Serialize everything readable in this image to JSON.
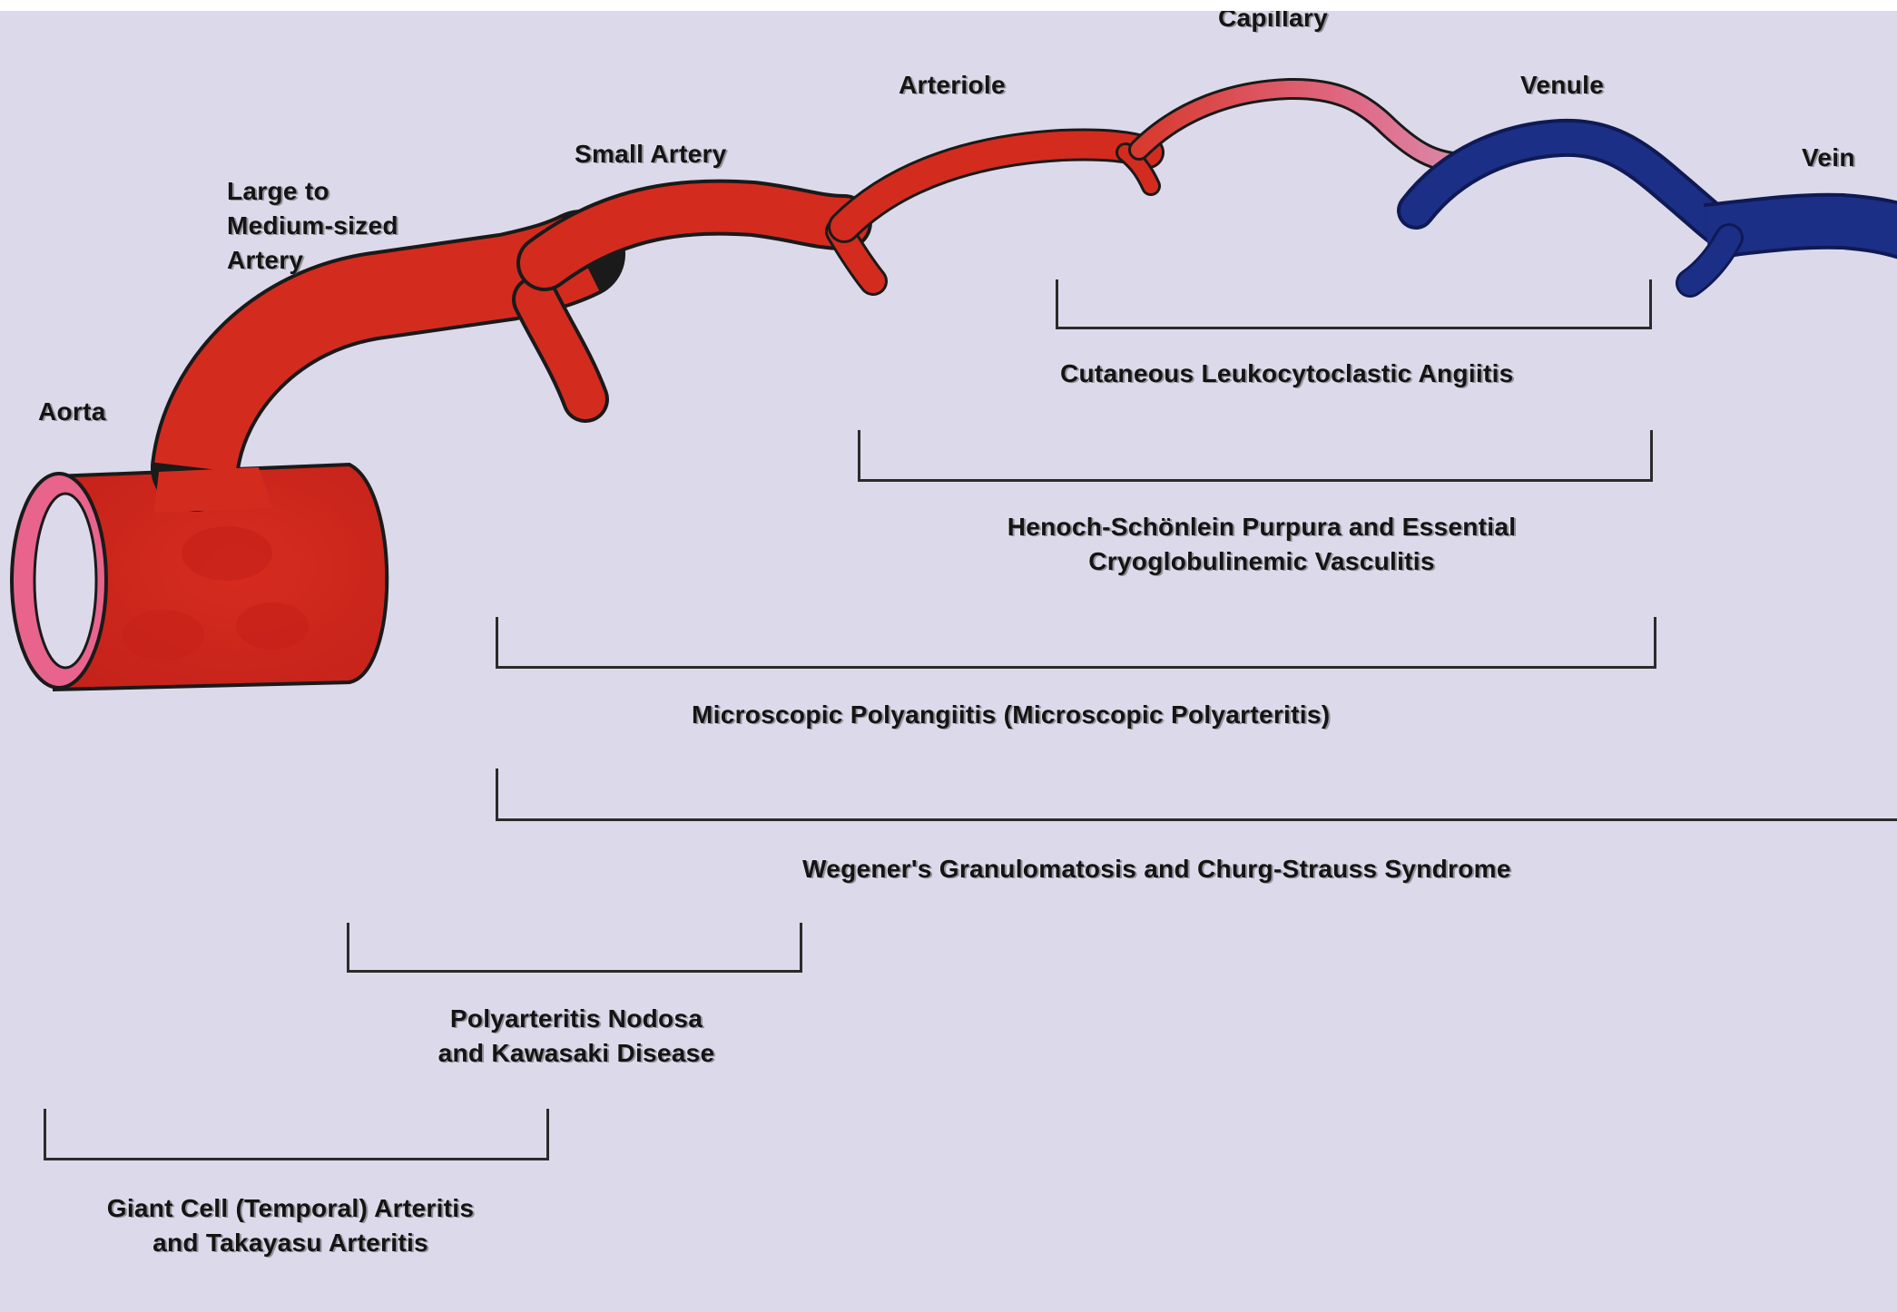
{
  "vessel_labels": {
    "aorta": "Aorta",
    "large_medium_artery": [
      "Large to",
      "Medium-sized",
      "Artery"
    ],
    "small_artery": "Small Artery",
    "arteriole": "Arteriole",
    "capillary": "Capillary",
    "venule": "Venule",
    "vein": "Vein"
  },
  "vasculitis_ranges": {
    "cutaneous": "Cutaneous Leukocytoclastic Angiitis",
    "henoch": [
      "Henoch-Schönlein Purpura and Essential",
      "Cryoglobulinemic Vasculitis"
    ],
    "microscopic": "Microscopic Polyangiitis (Microscopic Polyarteritis)",
    "wegener": "Wegener's Granulomatosis and Churg-Strauss Syndrome",
    "pan": [
      "Polyarteritis Nodosa",
      "and Kawasaki Disease"
    ],
    "giant_cell": [
      "Giant Cell (Temporal) Arteritis",
      "and Takayasu Arteritis"
    ]
  },
  "colors": {
    "background": "#dcdaea",
    "artery_red": "#d22a1e",
    "aorta_lumen_pink": "#e8648c",
    "capillary_pink": "#e06c8a",
    "vein_blue": "#1c2f86",
    "line": "#2b2b2b"
  }
}
